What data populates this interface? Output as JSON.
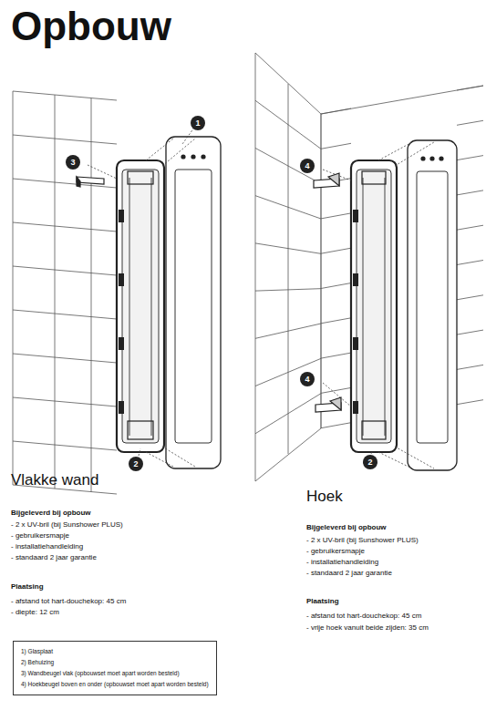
{
  "diagram": {
    "title": "Opbouw",
    "nodes": [
      {
        "text": [
          "1"
        ]
      },
      {
        "text": [
          "3"
        ]
      },
      {
        "text": [
          "2"
        ]
      },
      {
        "text": [
          "4"
        ]
      },
      {
        "text": [
          "4"
        ]
      },
      {
        "text": [
          "2"
        ]
      },
      {
        "text": [
          "1) Glasplaat",
          "2) Behuizing",
          "3) Wandbeugel vlak (opbouwset moet apart worden besteld)",
          "4) Hoekbeugel boven en onder (opbouwset moet apart worden besteld)"
        ]
      }
    ],
    "labels": [
      "Vlakke wand",
      "Bijgeleverd bij opbouw",
      "- 2 x UV-bril (bij Sunshower PLUS)",
      "- gebruikersmapje",
      "- installatiehandleiding",
      "- standaard 2 jaar garantie",
      "Plaatsing",
      "- afstand tot hart-douchekop: 45 cm",
      "- diepte: 12 cm",
      "Hoek",
      "Bijgeleverd bij opbouw",
      "- 2 x UV-bril (bij Sunshower PLUS)",
      "- gebruikersmapje",
      "- installatiehandleiding",
      "- standaard 2 jaar garantie",
      "Plaatsing",
      "- afstand tot hart-douchekop: 45 cm",
      "- vrije hoek vanuit beide zijden: 35 cm"
    ]
  }
}
